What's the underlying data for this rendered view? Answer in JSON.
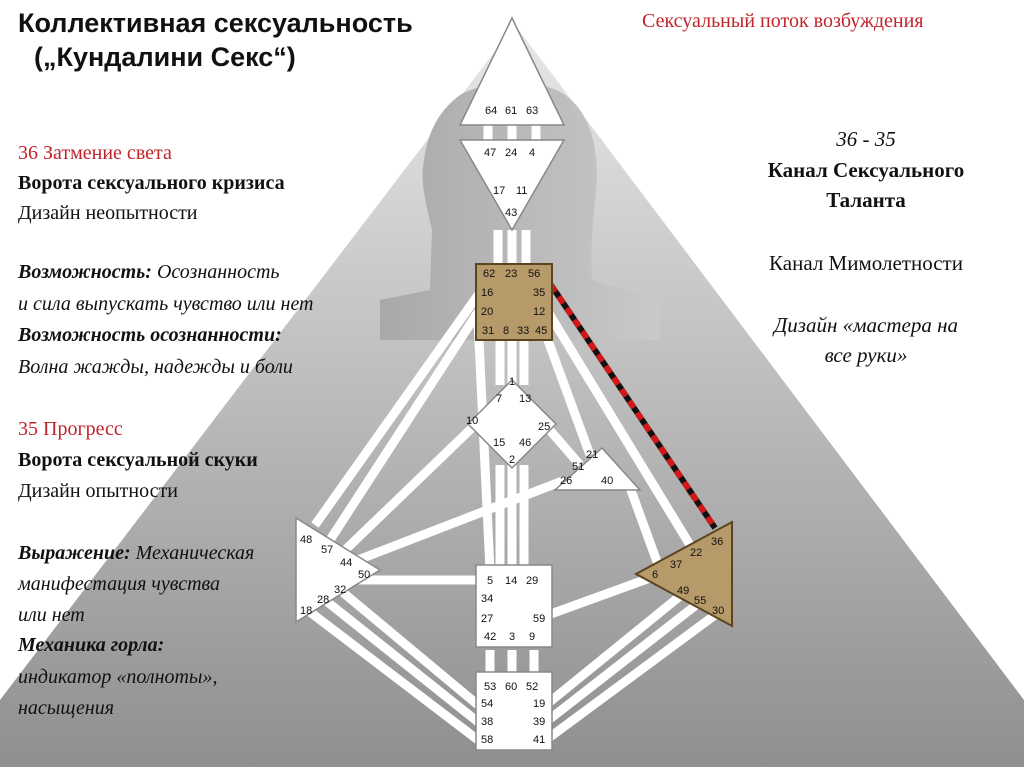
{
  "title": {
    "line1": "Коллективная сексуальность",
    "line2": "(„Кундалини Секс“)"
  },
  "flow_label": "Сексуальный поток возбуждения",
  "left": {
    "gate36_heading": "36 Затмение света",
    "gate36_name": "Ворота сексуального кризиса",
    "gate36_design": "Дизайн неопытности",
    "opportunity_label": "Возможность:",
    "opportunity_text1": " Осознанность",
    "opportunity_text2": "и сила выпускать чувство или нет",
    "awareness_label": "Возможность осознанности:",
    "awareness_text": "Волна жажды, надежды и боли",
    "gate35_heading": "35 Прогресс",
    "gate35_name": "Ворота сексуальной скуки",
    "gate35_design": "Дизайн опытности",
    "expression_label": "Выражение:",
    "expression_text1": " Механическая",
    "expression_text2": "манифестация чувства",
    "expression_text3": "или нет",
    "mechanics_label": "Механика горла:",
    "mechanics_text1": "индикатор «полноты»,",
    "mechanics_text2": "насыщения"
  },
  "right": {
    "channel_numbers": "36 - 35",
    "channel_name1": "Канал Сексуального",
    "channel_name2": "Таланта",
    "channel_alt": "Канал Мимолетности",
    "design1": "Дизайн «мастера на",
    "design2": "все руки»"
  },
  "colors": {
    "highlight_red": "#c0242b",
    "center_defined": "#b79a6a",
    "channel_dash": "#d01818"
  },
  "gates": {
    "head": [
      "64",
      "61",
      "63"
    ],
    "ajna": [
      "47",
      "24",
      "4",
      "17",
      "11",
      "43"
    ],
    "throat": [
      "62",
      "23",
      "56",
      "16",
      "35",
      "20",
      "12",
      "31",
      "8",
      "33",
      "45"
    ],
    "g_center": [
      "1",
      "7",
      "13",
      "10",
      "25",
      "15",
      "46",
      "2"
    ],
    "heart": [
      "21",
      "51",
      "26",
      "40"
    ],
    "spleen": [
      "48",
      "57",
      "44",
      "50",
      "32",
      "28",
      "18"
    ],
    "sacral": [
      "5",
      "14",
      "29",
      "34",
      "27",
      "59",
      "42",
      "3",
      "9"
    ],
    "solar_plexus": [
      "36",
      "22",
      "37",
      "6",
      "49",
      "55",
      "30"
    ],
    "root": [
      "53",
      "60",
      "52",
      "54",
      "19",
      "38",
      "39",
      "58",
      "41"
    ]
  }
}
